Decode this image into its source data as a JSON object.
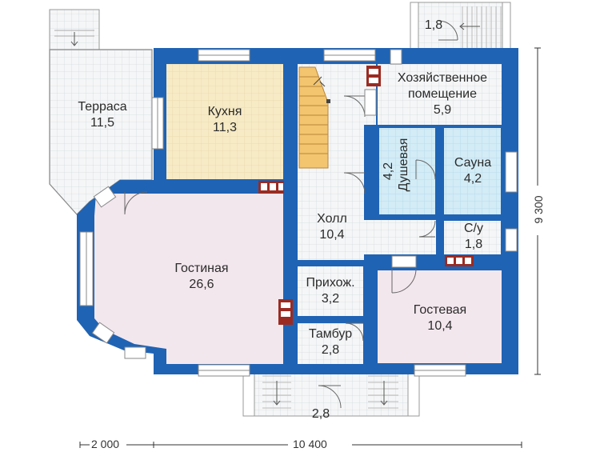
{
  "rooms": {
    "terrace": {
      "name": "Терраса",
      "area": "11,5"
    },
    "kitchen": {
      "name": "Кухня",
      "area": "11,3"
    },
    "utility": {
      "name1": "Хозяйственное",
      "name2": "помещение",
      "area": "5,9"
    },
    "shower": {
      "name": "Душевая",
      "area": "4,2"
    },
    "sauna": {
      "name": "Сауна",
      "area": "4,2"
    },
    "hall": {
      "name": "Холл",
      "area": "10,4"
    },
    "wc": {
      "name": "С/у",
      "area": "1,8"
    },
    "living": {
      "name": "Гостиная",
      "area": "26,6"
    },
    "entrance": {
      "name": "Прихож.",
      "area": "3,2"
    },
    "vestibule": {
      "name": "Тамбур",
      "area": "2,8"
    },
    "guest": {
      "name": "Гостевая",
      "area": "10,4"
    }
  },
  "porches": {
    "back_area": "1,8",
    "front_area": "2,8"
  },
  "dimensions": {
    "width_main": "10 400",
    "width_terrace": "2 000",
    "height": "9 300"
  },
  "colors": {
    "wall": "#1f63b4",
    "kitchen_floor": "#f7ebc6",
    "living_floor": "#f3e7ee",
    "wet_floor": "#d3ecf6",
    "grid_floor": "#f4f5f6",
    "stair": "#f3c56f",
    "stove": "#9b2b22"
  }
}
